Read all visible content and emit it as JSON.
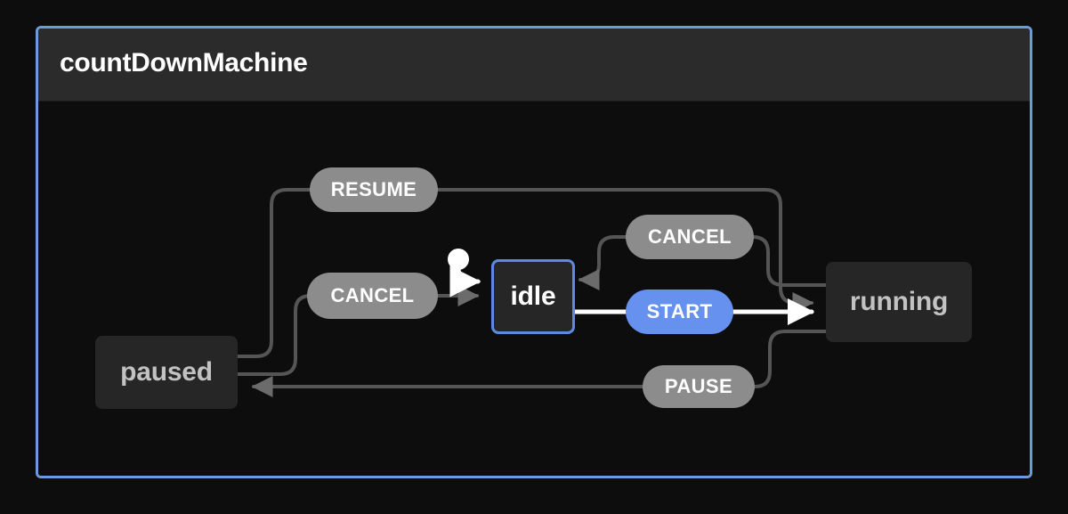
{
  "machine": {
    "title": "countDownMachine",
    "border_color": "#6c9bdd",
    "header_bg": "#2b2b2b",
    "body_bg": "#0d0d0d"
  },
  "states": [
    {
      "id": "paused",
      "label": "paused",
      "active": false,
      "fill": "#262626",
      "text_color": "#c2c2c2"
    },
    {
      "id": "idle",
      "label": "idle",
      "active": true,
      "fill": "#262626",
      "text_color": "#ffffff",
      "border_color": "#5b8ae0"
    },
    {
      "id": "running",
      "label": "running",
      "active": false,
      "fill": "#262626",
      "text_color": "#c2c2c2"
    }
  ],
  "events": [
    {
      "id": "resume",
      "label": "RESUME",
      "from": "paused",
      "to": "running",
      "highlighted": false,
      "fill": "#8c8c8c"
    },
    {
      "id": "cancel-paused",
      "label": "CANCEL",
      "from": "paused",
      "to": "idle",
      "highlighted": false,
      "fill": "#8c8c8c"
    },
    {
      "id": "cancel-running",
      "label": "CANCEL",
      "from": "running",
      "to": "idle",
      "highlighted": false,
      "fill": "#8c8c8c"
    },
    {
      "id": "start",
      "label": "START",
      "from": "idle",
      "to": "running",
      "highlighted": true,
      "fill": "#6691ef"
    },
    {
      "id": "pause",
      "label": "PAUSE",
      "from": "running",
      "to": "paused",
      "highlighted": false,
      "fill": "#8c8c8c"
    }
  ],
  "initial_marker": {
    "name": "initial-state-marker",
    "target": "idle",
    "color": "#ffffff"
  },
  "edges": {
    "inactive_color": "#555555",
    "active_color": "#ffffff"
  }
}
